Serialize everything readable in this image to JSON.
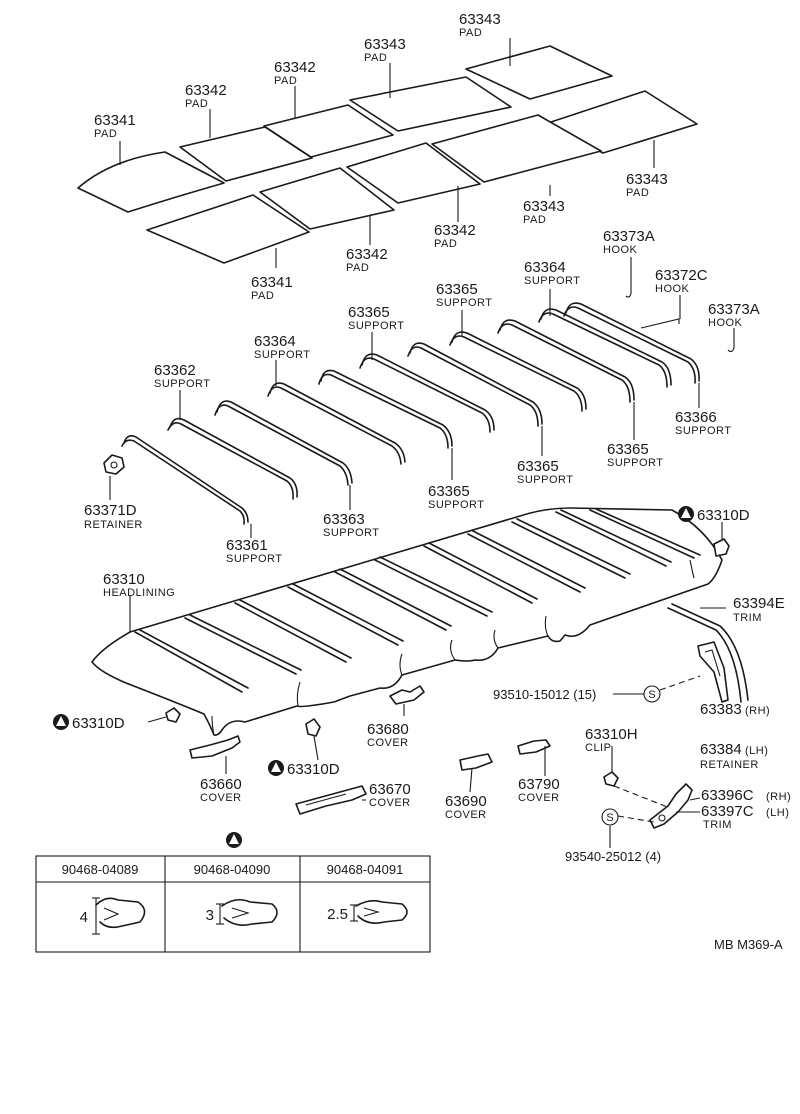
{
  "parts": {
    "pad_63343_top": {
      "number": "63343",
      "name": "PAD"
    },
    "pad_63343_mid": {
      "number": "63343",
      "name": "PAD"
    },
    "pad_63342_a": {
      "number": "63342",
      "name": "PAD"
    },
    "pad_63341_left": {
      "number": "63341",
      "name": "PAD"
    },
    "pad_63343_right": {
      "number": "63343",
      "name": "PAD"
    },
    "pad_63343_low": {
      "number": "63343",
      "name": "PAD"
    },
    "pad_63342_b": {
      "number": "63342",
      "name": "PAD"
    },
    "pad_63342_c": {
      "number": "63342",
      "name": "PAD"
    },
    "pad_63341_low": {
      "number": "63341",
      "name": "PAD"
    },
    "hook_63373a_1": {
      "number": "63373A",
      "name": "HOOK"
    },
    "hook_63372c": {
      "number": "63372C",
      "name": "HOOK"
    },
    "hook_63373a_2": {
      "number": "63373A",
      "name": "HOOK"
    },
    "sup_63364_top": {
      "number": "63364",
      "name": "SUPPORT"
    },
    "sup_63365_top": {
      "number": "63365",
      "name": "SUPPORT"
    },
    "sup_63365_mid": {
      "number": "63365",
      "name": "SUPPORT"
    },
    "sup_63364_mid": {
      "number": "63364",
      "name": "SUPPORT"
    },
    "sup_63362": {
      "number": "63362",
      "name": "SUPPORT"
    },
    "sup_63366": {
      "number": "63366",
      "name": "SUPPORT"
    },
    "sup_63365_r": {
      "number": "63365",
      "name": "SUPPORT"
    },
    "sup_63365_c": {
      "number": "63365",
      "name": "SUPPORT"
    },
    "sup_63365_low": {
      "number": "63365",
      "name": "SUPPORT"
    },
    "sup_63363": {
      "number": "63363",
      "name": "SUPPORT"
    },
    "sup_63361": {
      "number": "63361",
      "name": "SUPPORT"
    },
    "ret_63371d": {
      "number": "63371D",
      "name": "RETAINER"
    },
    "clip_63310d_top": {
      "number": "63310D"
    },
    "headlining_63310": {
      "number": "63310",
      "name": "HEADLINING"
    },
    "trim_63394e": {
      "number": "63394E",
      "name": "TRIM"
    },
    "screw_93510": {
      "number": "93510-15012 (15)"
    },
    "clip_63310d_left": {
      "number": "63310D"
    },
    "cover_63680": {
      "number": "63680",
      "name": "COVER"
    },
    "ret_63383": {
      "number": "63383",
      "suffix": "(RH)"
    },
    "ret_63384": {
      "number": "63384",
      "suffix": "(LH)",
      "name": "RETAINER"
    },
    "clip_63310h": {
      "number": "63310H",
      "name": "CLIP"
    },
    "cover_63660": {
      "number": "63660",
      "name": "COVER"
    },
    "clip_63310d_bot": {
      "number": "63310D"
    },
    "cover_63670": {
      "number": "63670",
      "name": "COVER"
    },
    "cover_63790": {
      "number": "63790",
      "name": "COVER"
    },
    "cover_63690": {
      "number": "63690",
      "name": "COVER"
    },
    "trim_63396c": {
      "number": "63396C",
      "suffix": "(RH)"
    },
    "trim_63397c": {
      "number": "63397C",
      "suffix": "(LH)",
      "name": "TRIM"
    },
    "screw_93540": {
      "number": "93540-25012 (4)"
    }
  },
  "clip_table": {
    "headers": [
      "90468-04089",
      "90468-04090",
      "90468-04091"
    ],
    "dims": [
      "4",
      "3",
      "2.5"
    ]
  },
  "screw_symbol": "S",
  "diagram_ref": "MB  M369-A"
}
